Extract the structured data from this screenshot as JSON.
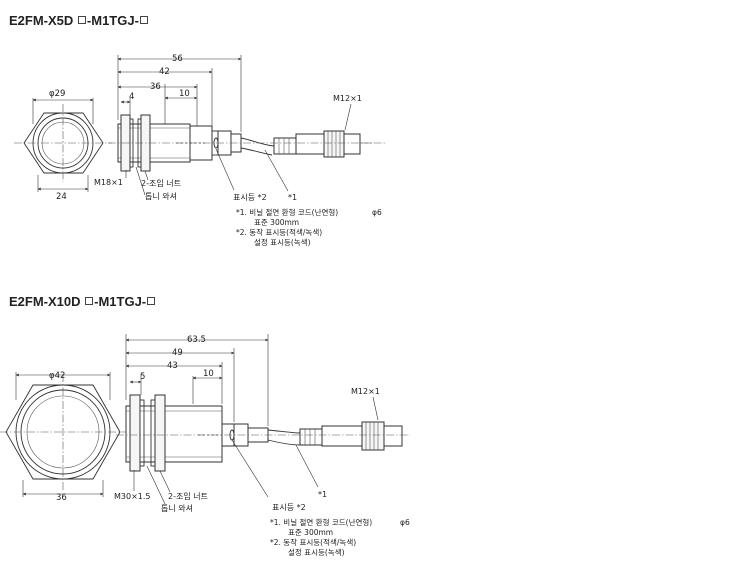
{
  "models": [
    {
      "title_prefix": "E2FM-X5D ",
      "title_mid": "-M1TGJ-",
      "dimensions": {
        "diameter": "φ29",
        "hex": "24",
        "d56": "56",
        "d42": "42",
        "d36": "36",
        "d10": "10",
        "d4": "4",
        "thread": "M18×1",
        "connector": "M12×1"
      },
      "labels": {
        "nut": "2-조임 너트",
        "washer": "톱니 와셔",
        "indicator": "표시등 *2",
        "cable_ref": "*1"
      },
      "notes": {
        "n1_label": "*1.",
        "n1_text": "비닐 절연 환형 코드(난연형)",
        "n1_dia": "φ6",
        "n1_sub": "표준 300mm",
        "n2_label": "*2.",
        "n2_text": "동작 표시등(적색/녹색)",
        "n2_sub": "설정 표시등(녹색)"
      }
    },
    {
      "title_prefix": "E2FM-X10D ",
      "title_mid": "-M1TGJ-",
      "dimensions": {
        "diameter": "φ42",
        "hex": "36",
        "d63": "63.5",
        "d49": "49",
        "d43": "43",
        "d10": "10",
        "d5": "5",
        "thread": "M30×1.5",
        "connector": "M12×1"
      },
      "labels": {
        "nut": "2-조임 너트",
        "washer": "톱니 와셔",
        "indicator": "표시등 *2",
        "cable_ref": "*1"
      },
      "notes": {
        "n1_label": "*1.",
        "n1_text": "비닐 절연 환형 코드(난연형)",
        "n1_dia": "φ6",
        "n1_sub": "표준 300mm",
        "n2_label": "*2.",
        "n2_text": "동작 표시등(적색/녹색)",
        "n2_sub": "설정 표시등(녹색)"
      }
    }
  ]
}
